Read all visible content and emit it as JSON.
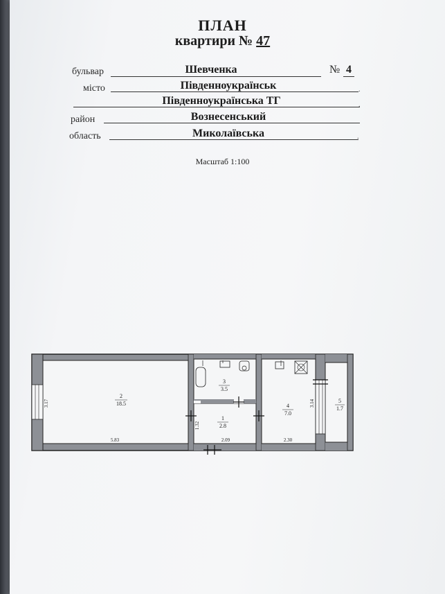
{
  "header": {
    "title": "ПЛАН",
    "subtitle_prefix": "квартири №",
    "apartment_number": "47"
  },
  "address": {
    "street_label": "бульвар",
    "street_value": "Шевченка",
    "house_label": "№",
    "house_value": "4",
    "city_label": "місто",
    "city_value": "Південноукраїнськ",
    "community_value": "Південноукраїнська ТГ",
    "district_label": "район",
    "district_value": "Вознесенський",
    "region_label": "область",
    "region_value": "Миколаївська"
  },
  "scale_label": "Масштаб 1:100",
  "floor_plan": {
    "rooms": [
      {
        "number": "2",
        "area": "18.5"
      },
      {
        "number": "3",
        "area": "3.5"
      },
      {
        "number": "1",
        "area": "2.8"
      },
      {
        "number": "4",
        "area": "7.0"
      },
      {
        "number": "5",
        "area": "1.7"
      }
    ],
    "dimensions": [
      "3.17",
      "5.83",
      "1.32",
      "2.09",
      "2.30",
      "3.14"
    ]
  }
}
